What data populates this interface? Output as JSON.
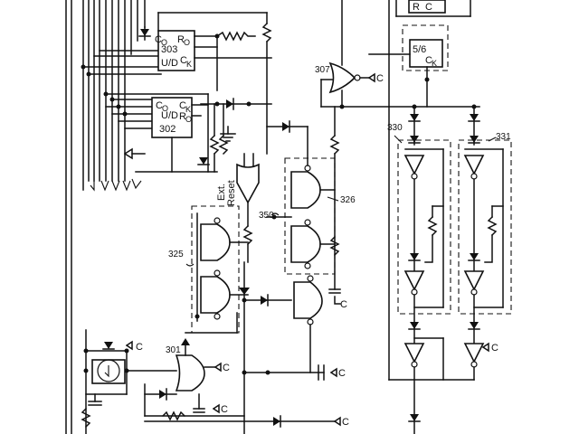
{
  "labels": {
    "ic303": {
      "ref": "303",
      "func": "U/D",
      "pin_c0": "C",
      "pin_c0_sub": "O",
      "pin_r0": "R",
      "pin_r0_sub": "O",
      "pin_ck": "C",
      "pin_ck_sub": "K"
    },
    "ic302": {
      "ref": "302",
      "func": "U/D",
      "pin_c0": "C",
      "pin_c0_sub": "O",
      "pin_r0": "R",
      "pin_r0_sub": "O",
      "pin_ck": "C",
      "pin_ck_sub": "K"
    },
    "ic56": {
      "ref": "5/6",
      "pin_ck": "C",
      "pin_ck_sub": "K"
    },
    "ic_top_right": {
      "pin_r": "R",
      "pin_c": "C"
    },
    "ext_reset_line1": "Ext.",
    "ext_reset_line2": "Reset",
    "ref_307": "307",
    "ref_350": "350",
    "ref_326": "326",
    "ref_325": "325",
    "ref_330": "330",
    "ref_331": "331",
    "ref_301": "301",
    "vcc": "C"
  }
}
